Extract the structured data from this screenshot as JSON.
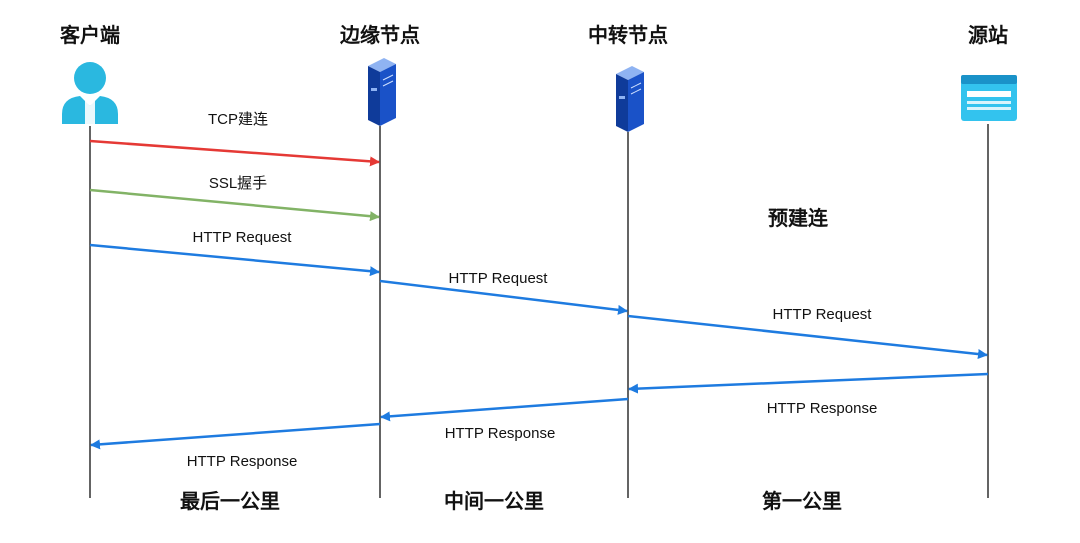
{
  "participants": [
    {
      "id": "client",
      "label": "客户端",
      "icon": "user-icon"
    },
    {
      "id": "edge",
      "label": "边缘节点",
      "icon": "server-icon"
    },
    {
      "id": "relay",
      "label": "中转节点",
      "icon": "server-icon"
    },
    {
      "id": "origin",
      "label": "源站",
      "icon": "website-icon"
    }
  ],
  "messages": [
    {
      "label": "TCP建连",
      "color": "#e53935"
    },
    {
      "label": "SSL握手",
      "color": "#82b366"
    },
    {
      "label": "HTTP Request",
      "color": "#1e7be0"
    },
    {
      "label": "HTTP Request",
      "color": "#1e7be0"
    },
    {
      "label": "HTTP Request",
      "color": "#1e7be0"
    },
    {
      "label": "HTTP Response",
      "color": "#1e7be0"
    },
    {
      "label": "HTTP Response",
      "color": "#1e7be0"
    },
    {
      "label": "HTTP Response",
      "color": "#1e7be0"
    }
  ],
  "note": "预建连",
  "segments": [
    "最后一公里",
    "中间一公里",
    "第一公里"
  ],
  "colors": {
    "lifeline": "#111111",
    "user_icon": "#2ab8e0",
    "server_icon": "#1a52c8",
    "website_icon": "#33c3ee"
  }
}
